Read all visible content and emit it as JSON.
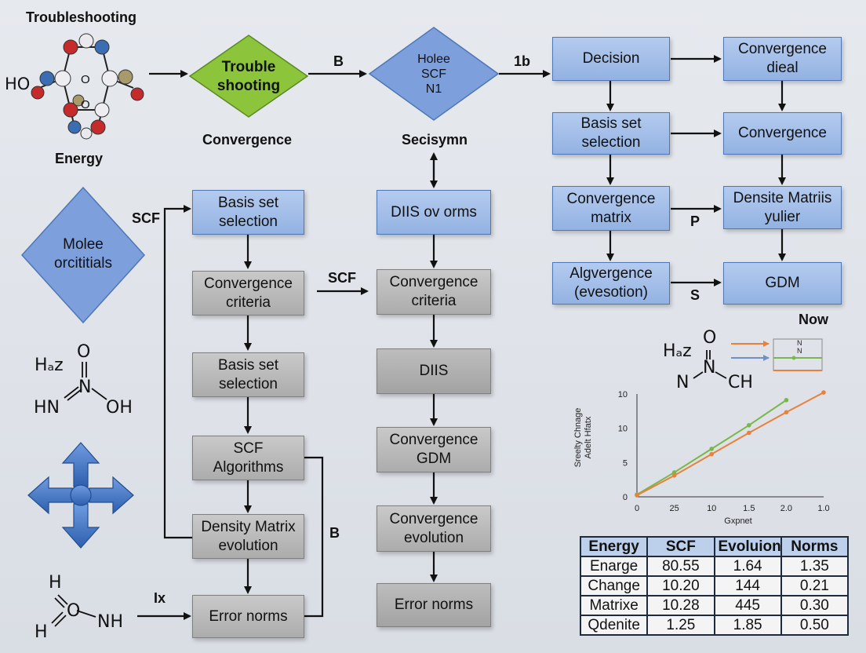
{
  "labels": {
    "troubleshooting": "Troubleshooting",
    "energy": "Energy",
    "convergence": "Convergence",
    "secisymn": "Secisymn",
    "scf_left": "SCF",
    "scf_mid": "SCF",
    "b_top": "B",
    "one_b": "1b",
    "b_side": "B",
    "ix": "Ix",
    "p": "P",
    "s": "S",
    "now": "Now"
  },
  "diamonds": {
    "trouble": "Trouble\nshooting",
    "holee": "Holee\nSCF\nN1",
    "molee": "Molee\norcititials"
  },
  "left_column": [
    "Basis set\nselection",
    "Convergence\ncriteria",
    "Basis set\nselection",
    "SCF\nAlgorithms",
    "Density Matrix\nevolution",
    "Error norms"
  ],
  "middle_column": [
    "DIIS ov orms",
    "Convergence\ncriteria",
    "DIIS",
    "Convergence\nGDM",
    "Convergence\nevolution",
    "Error norms"
  ],
  "right_grid": {
    "decision": "Decision",
    "convergence_dieal": "Convergence\ndieal",
    "basis_set": "Basis set\nselection",
    "convergence": "Convergence",
    "convergence_matrix": "Convergence\nmatrix",
    "densite_matrix": "Densite Matriis\nyulier",
    "algvergence": "Algvergence\n(evesotion)",
    "gdm": "GDM"
  },
  "molecules": {
    "ho": "HO",
    "m1_h": "Hₐz",
    "m1_o": "O",
    "m1_n": "N",
    "m1_hn": "HN",
    "m1_oh": "OH",
    "m2_h": "H",
    "m2_o": "O",
    "m2_nh": "NH",
    "m2_hb": "H",
    "m3_h": "Hₐz",
    "m3_o": "O",
    "m3_n": "N",
    "m3_nb": "N",
    "m3_ch": "CH"
  },
  "colors": {
    "blue_box": "#93b2e2",
    "gray_box": "#acacac",
    "green_diamond": "#8cc43c",
    "blue_diamond": "#7da0dc",
    "line_green": "#78b84a",
    "line_orange": "#e8823a"
  },
  "legend_small": "N\nN",
  "chart_data": {
    "type": "line",
    "title": "",
    "xlabel": "Gxpnet",
    "ylabel": "Sreelty Chnage\nAdelt Hfatx",
    "categories": [
      "0",
      "25",
      "10",
      "1.5",
      "2.0",
      "1.0"
    ],
    "y_ticks": [
      "0",
      "5",
      "10",
      "10"
    ],
    "ylim": [
      0,
      10
    ],
    "series": [
      {
        "color": "#78b84a",
        "values": [
          0.3,
          3.2,
          6.3,
          9.4,
          12.7
        ]
      },
      {
        "color": "#e8823a",
        "values": [
          0.2,
          2.8,
          5.6,
          8.4,
          11.1,
          13.7
        ]
      }
    ]
  },
  "table": {
    "headers": [
      "Energy",
      "SCF",
      "Evoluion",
      "Norms"
    ],
    "rows": [
      [
        "Enarge",
        "80.55",
        "1.64",
        "1.35"
      ],
      [
        "Change",
        "10.20",
        "144",
        "0.21"
      ],
      [
        "Matrixe",
        "10.28",
        "445",
        "0.30"
      ],
      [
        "Qdenite",
        "1.25",
        "1.85",
        "0.50"
      ]
    ]
  }
}
